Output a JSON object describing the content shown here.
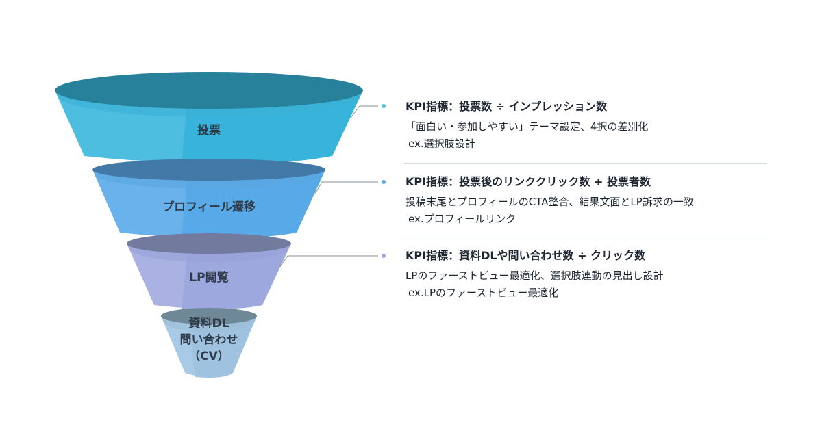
{
  "funnel": {
    "stages": [
      {
        "label": "投票",
        "top": "#27819b",
        "left": "#4dbde0",
        "right": "#38b4dc",
        "rim": "#3cb0d6"
      },
      {
        "label": "プロフィール遷移",
        "top": "#4279a6",
        "left": "#6ab2ec",
        "right": "#58a9e8",
        "rim": "#5aa6e0"
      },
      {
        "label": "LP閲覧",
        "top": "#727a9e",
        "left": "#a9b2e2",
        "right": "#9da8de",
        "rim": "#98a2d8"
      },
      {
        "label_lines": [
          "資料DL",
          "問い合わせ",
          "（CV）"
        ],
        "top": "#6f8898",
        "left": "#a8cae6",
        "right": "#9ec2e0",
        "rim": "#9dbdd6"
      }
    ]
  },
  "kpis": [
    {
      "title": "KPI指標：投票数 ÷ インプレッション数",
      "desc": "「面白い・参加しやすい」テーマ設定、4択の差別化",
      "example": "ex.選択肢設計",
      "dot": "#4dbde0"
    },
    {
      "title": "KPI指標：投票後のリンククリック数 ÷ 投票者数",
      "desc": "投稿末尾とプロフィールのCTA整合、結果文面とLP訴求の一致",
      "example": "ex.プロフィールリンク",
      "dot": "#58a9e8"
    },
    {
      "title": "KPI指標：資料DLや問い合わせ数 ÷ クリック数",
      "desc": "LPのファーストビュー最適化、選択肢連動の見出し設計",
      "example": "ex.LPのファーストビュー最適化",
      "dot": "#9da8de"
    }
  ]
}
